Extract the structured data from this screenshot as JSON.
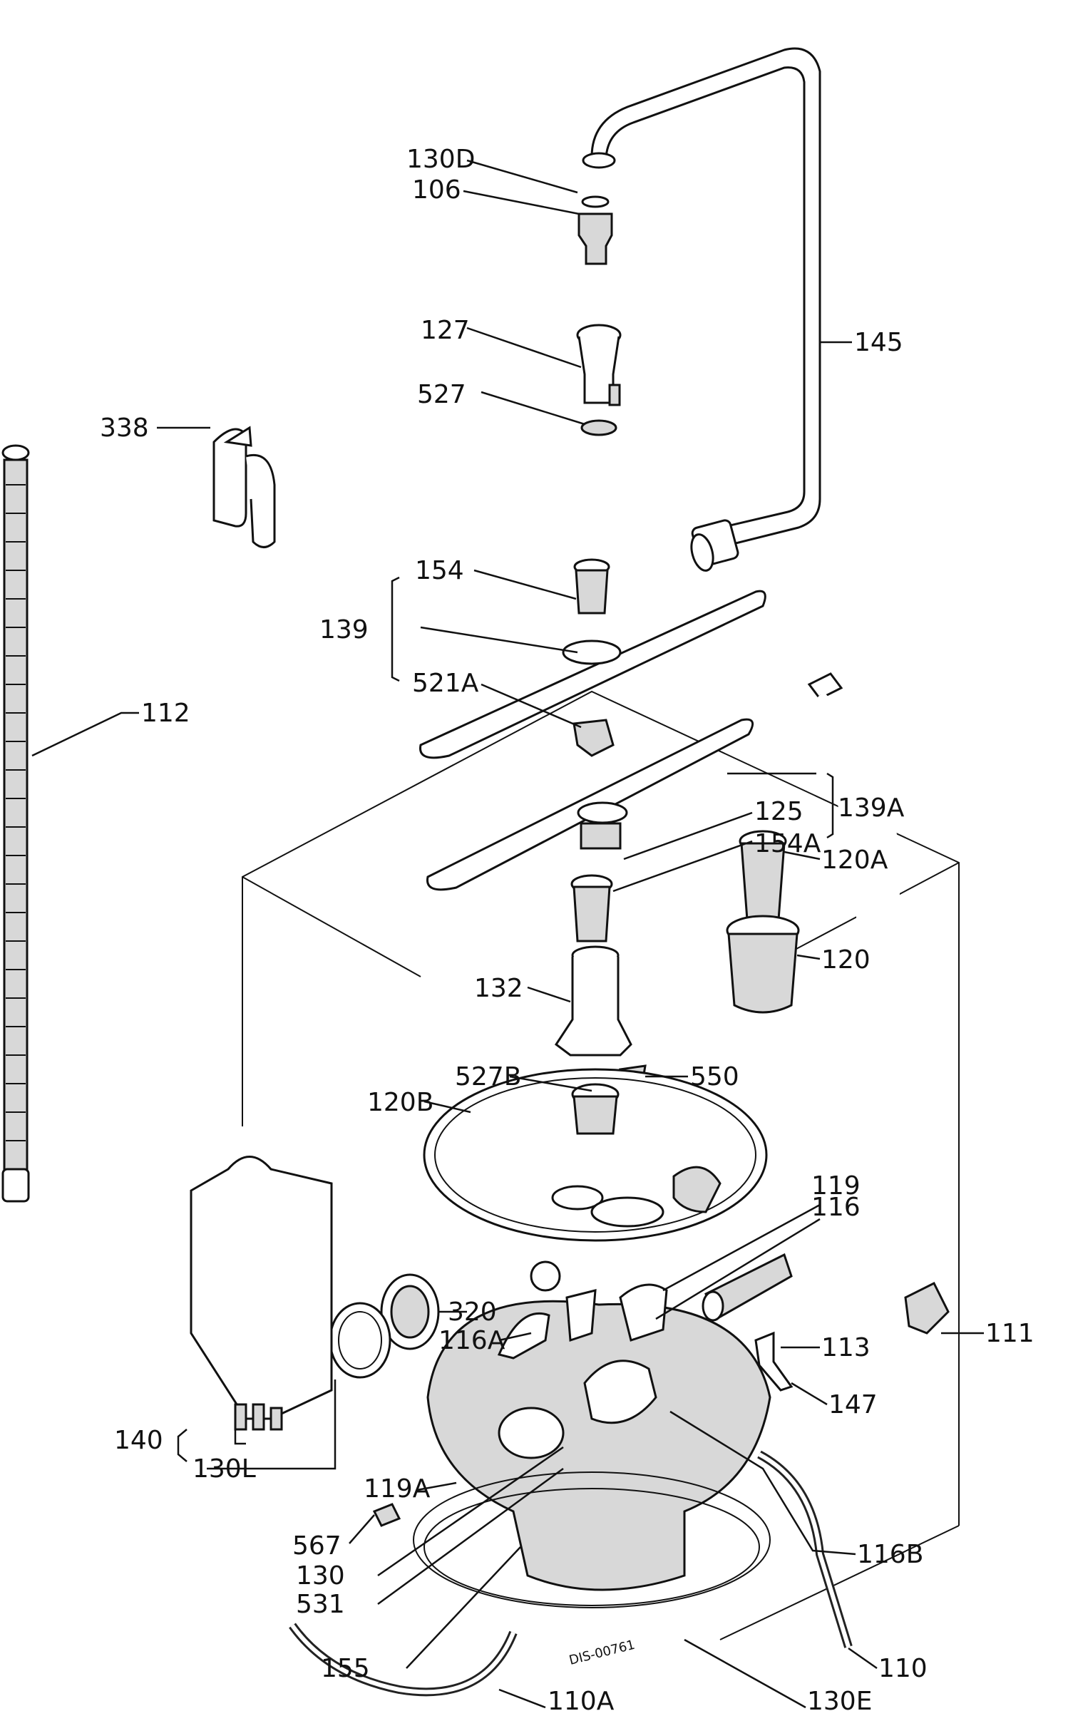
{
  "labels": {
    "l130D": "130D",
    "l106": "106",
    "l127": "127",
    "l527": "527",
    "l145": "145",
    "l338": "338",
    "l112": "112",
    "l154": "154",
    "l139": "139",
    "l521A": "521A",
    "l139A": "139A",
    "l125": "125",
    "l154A": "154A",
    "l120A": "120A",
    "l120": "120",
    "l132": "132",
    "l527B": "527B",
    "l550": "550",
    "l120B": "120B",
    "l119": "119",
    "l116": "116",
    "l320": "320",
    "l116A": "116A",
    "l113": "113",
    "l111": "111",
    "l147": "147",
    "l140": "140",
    "l130L": "130L",
    "l119A": "119A",
    "l567": "567",
    "l130": "130",
    "l531": "531",
    "l116B": "116B",
    "l155": "155",
    "l110": "110",
    "l110A": "110A",
    "l130E": "130E"
  },
  "drawing_code": "DIS-00761"
}
